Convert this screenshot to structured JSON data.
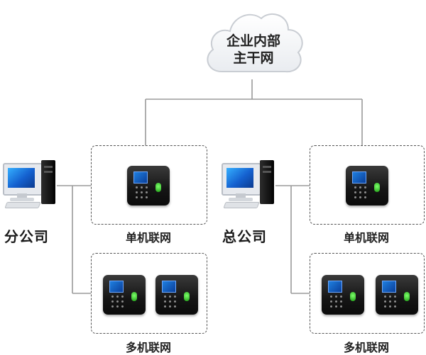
{
  "cloud": {
    "line1": "企业内部",
    "line2": "主干网"
  },
  "branch": {
    "office_label": "分公司",
    "single_label": "单机联网",
    "multi_label": "多机联网"
  },
  "head": {
    "office_label": "总公司",
    "single_label": "单机联网",
    "multi_label": "多机联网"
  },
  "icons": {
    "cloud": "cloud-icon",
    "computer": "computer-icon",
    "terminal": "fingerprint-terminal-icon"
  },
  "colors": {
    "line": "#9a9a9a",
    "dashed_border": "#555555",
    "terminal_screen": "#1f7fe0",
    "fingerprint_sensor": "#3ccf2a",
    "monitor_screen": "#1460cf"
  }
}
